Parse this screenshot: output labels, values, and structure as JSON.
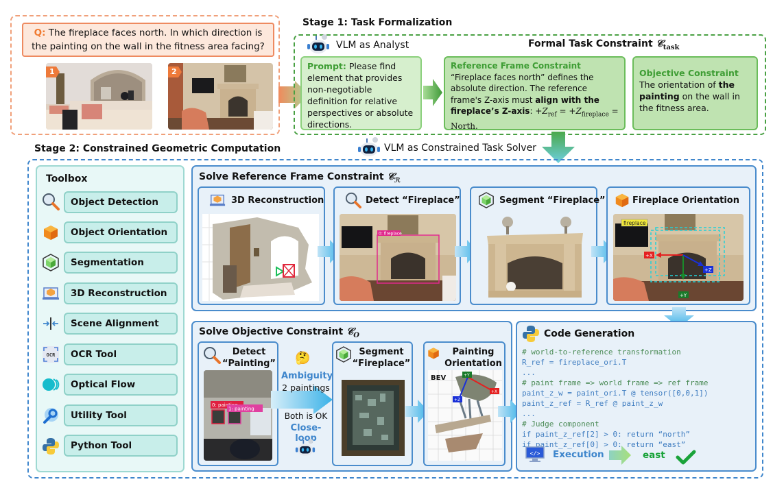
{
  "question": {
    "label": "Q:",
    "text_line1": "The fireplace faces north. In which direction is",
    "text_line2": "the painting on the wall in the fitness area facing?",
    "images": [
      {
        "badge": "1",
        "scene": "living-room-with-arch-to-fitness-area"
      },
      {
        "badge": "2",
        "scene": "living-room-with-fireplace"
      }
    ]
  },
  "stage1": {
    "title": "Stage 1: Task Formalization",
    "analyst_label": "VLM as Analyst",
    "prompt_card": {
      "title": "Prompt:",
      "text": "Please find element that provides non-negotiable definition for relative perspectives or absolute directions."
    },
    "formal_title": "Formal Task Constraint",
    "formal_symbol": "𝒞",
    "formal_sub": "task",
    "ref_card": {
      "title": "Reference Frame Constraint",
      "text_a": "“Fireplace faces north” defines the absolute direction. The reference frame's Z-axis must ",
      "text_bold": "align with the fireplace’s Z-axis",
      "text_b": ": ",
      "formula": "+Z_ref = +Z_fireplace = North."
    },
    "obj_card": {
      "title": "Objective Constraint",
      "text_a": "The orientation of ",
      "text_bold": "the painting",
      "text_b": " on the wall in the fitness area."
    }
  },
  "stage2": {
    "title": "Stage 2: Constrained Geometric Computation",
    "solver_label": "VLM as Constrained Task Solver",
    "toolbox": {
      "title": "Toolbox",
      "tools": [
        {
          "label": "Object Detection",
          "icon": "magnifier-icon"
        },
        {
          "label": "Object Orientation",
          "icon": "cube-orientation-icon"
        },
        {
          "label": "Segmentation",
          "icon": "segmentation-cube-icon"
        },
        {
          "label": "3D Reconstruction",
          "icon": "laptop-3d-icon"
        },
        {
          "label": "Scene Alignment",
          "icon": "align-arrows-icon"
        },
        {
          "label": "OCR Tool",
          "icon": "ocr-icon"
        },
        {
          "label": "Optical Flow",
          "icon": "optical-flow-icon"
        },
        {
          "label": "Utility Tool",
          "icon": "wrench-gear-icon"
        },
        {
          "label": "Python Tool",
          "icon": "python-icon"
        }
      ]
    },
    "ref_panel": {
      "title": "Solve Reference Frame Constraint",
      "symbol": "𝒞",
      "sub": "ℛ",
      "steps": [
        {
          "title": "3D Reconstruction",
          "icon": "laptop-3d-icon"
        },
        {
          "title": "Detect “Fireplace”",
          "icon": "magnifier-icon",
          "bbox_label": "0: fireplace"
        },
        {
          "title": "Segment “Fireplace”",
          "icon": "segmentation-cube-icon"
        },
        {
          "title": "Fireplace Orientation",
          "icon": "cube-orientation-icon",
          "tag": "fireplace",
          "axes": [
            "+X",
            "+Y",
            "+Z"
          ]
        }
      ]
    },
    "obj_panel": {
      "title": "Solve Objective Constraint",
      "symbol": "𝒞",
      "sub": "O",
      "detect": {
        "title1": "Detect",
        "title2": "“Painting”",
        "bbox_labels": [
          "0: painting",
          "1: painting"
        ]
      },
      "ambiguity": {
        "emoji": "🤔",
        "label": "Ambiguity",
        "detail": "2 paintings",
        "resolution": "Both is OK",
        "loop": "Close-loop"
      },
      "segment": {
        "title1": "Segment",
        "title2": "“Fireplace”"
      },
      "orientation": {
        "title1": "Painting",
        "title2": "Orientation",
        "view": "BEV",
        "axes": [
          "+Y",
          "+X",
          "+Z"
        ]
      }
    },
    "code_panel": {
      "title": "Code Generation",
      "lines": [
        {
          "kind": "com",
          "text": "# world-to-reference transformation"
        },
        {
          "kind": "code",
          "text": "R_ref = fireplace_ori.T"
        },
        {
          "kind": "code",
          "text": "..."
        },
        {
          "kind": "com",
          "text": "# paint frame => world frame => ref frame"
        },
        {
          "kind": "code",
          "text": "paint_z_w = paint_ori.T @ tensor([0,0,1])"
        },
        {
          "kind": "code",
          "text": "paint_z_ref = R_ref @ paint_z_w"
        },
        {
          "kind": "code",
          "text": "..."
        },
        {
          "kind": "com",
          "text": "# Judge component"
        },
        {
          "kind": "code",
          "text": "if paint_z_ref[2] > 0: return “north”"
        },
        {
          "kind": "code",
          "text": "if paint_z_ref[0] > 0: return “east”"
        }
      ],
      "execution_label": "Execution",
      "result": "east",
      "result_status": "correct"
    }
  },
  "colors": {
    "orange": "#ee8a60",
    "green": "#49a043",
    "blue": "#3f86cc",
    "teal": "#9ed9d2",
    "result_green": "#1aa33a"
  }
}
